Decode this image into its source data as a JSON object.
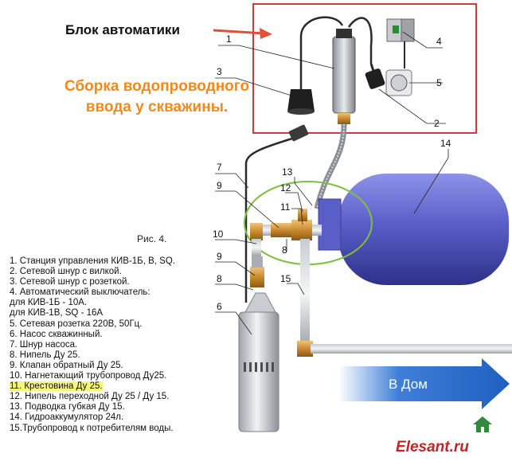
{
  "block_title": "Блок автоматики",
  "assembly_title": "Сборка водопроводного ввода у скважины.",
  "figure_label": "Рис. 4.",
  "legend": [
    "1. Станция управления КИВ-1Б, В, SQ.",
    "2. Сетевой шнур с вилкой.",
    "3. Сетевой шнур с розеткой.",
    "4. Автоматический выключатель:",
    "  для КИВ-1Б - 10А.",
    "  для КИВ-1В, SQ - 16А",
    "5. Сетевая розетка 220В, 50Гц.",
    "6. Насос скважинный.",
    "7. Шнур насоса.",
    "8. Нипель Ду 25.",
    "9. Клапан обратный Ду 25.",
    "10. Нагнетающий трубопровод Ду25.",
    "11. Крестовина  Ду 25.",
    "12. Нипель переходной Ду 25 / Ду 15.",
    "13. Подводка губкая Ду 15.",
    "14. Гидроаккумулятор 24л.",
    "15.Трубопровод к потребителям воды."
  ],
  "highlighted_legend_index": 12,
  "to_house_label": "В Дом",
  "brand": "Elesant.ru",
  "callouts": {
    "n1": "1",
    "n2": "2",
    "n3": "3",
    "n4": "4",
    "n5": "5",
    "n6": "6",
    "n7": "7",
    "n8a": "8",
    "n8b": "8",
    "n9a": "9",
    "n9b": "9",
    "n10": "10",
    "n11": "11",
    "n12": "12",
    "n13": "13",
    "n14": "14",
    "n15": "15"
  },
  "colors": {
    "automation_box_border": "#d23a3a",
    "title_orange": "#f08a1c",
    "tank_blue": "#5a5fc8",
    "arrow_blue": "#2f6fcf",
    "ellipse_green": "#7fbf3f",
    "highlight_yellow": "#f6f77a",
    "brand_red": "#c0252b"
  }
}
